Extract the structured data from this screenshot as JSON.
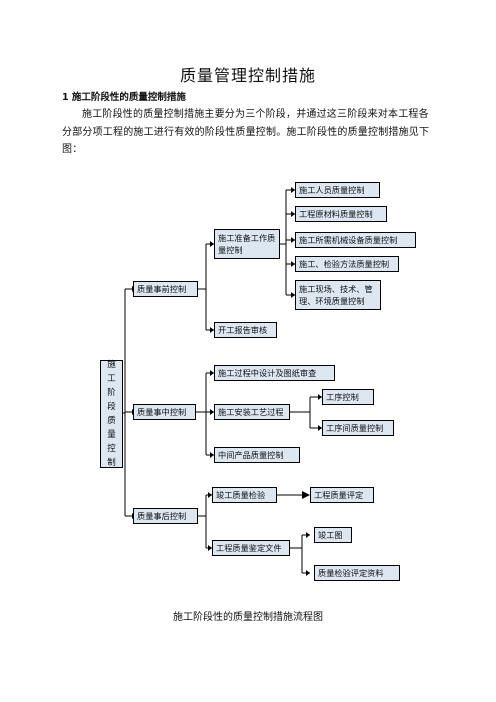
{
  "title": "质量管理控制措施",
  "section_heading": "1 施工阶段性的质量控制措施",
  "paragraph": "施工阶段性的质量控制措施主要分为三个阶段，并通过这三阶段来对本工程各分部分项工程的施工进行有效的阶段性质量控制。施工阶段性的质量控制措施见下图：",
  "diagram": {
    "root_chars": [
      "施",
      "工",
      "阶",
      "段",
      "质",
      "量",
      "控",
      "制"
    ],
    "pre": {
      "label": "质量事前控制",
      "prep": "施工准备工作质量控制",
      "prep_items": [
        "施工人员质量控制",
        "工程原材料质量控制",
        "施工所需机械设备质量控制",
        "施工、检验方法质量控制",
        "施工现场、技术、管理、环境质量控制"
      ],
      "review": "开工报告审核"
    },
    "mid": {
      "label": "质量事中控制",
      "drawing_review": "施工过程中设计及图纸审查",
      "install": "施工安装工艺过程",
      "install_items": [
        "工序控制",
        "工序间质量控制"
      ],
      "intermediate": "中间产品质量控制"
    },
    "post": {
      "label": "质量事后控制",
      "inspection": "竣工质量检验",
      "evaluation": "工程质量评定",
      "docs": "工程质量鉴定文件",
      "docs_items": [
        "竣工图",
        "质量检验评定资料"
      ]
    }
  },
  "caption": "施工阶段性的质量控制措施流程图"
}
